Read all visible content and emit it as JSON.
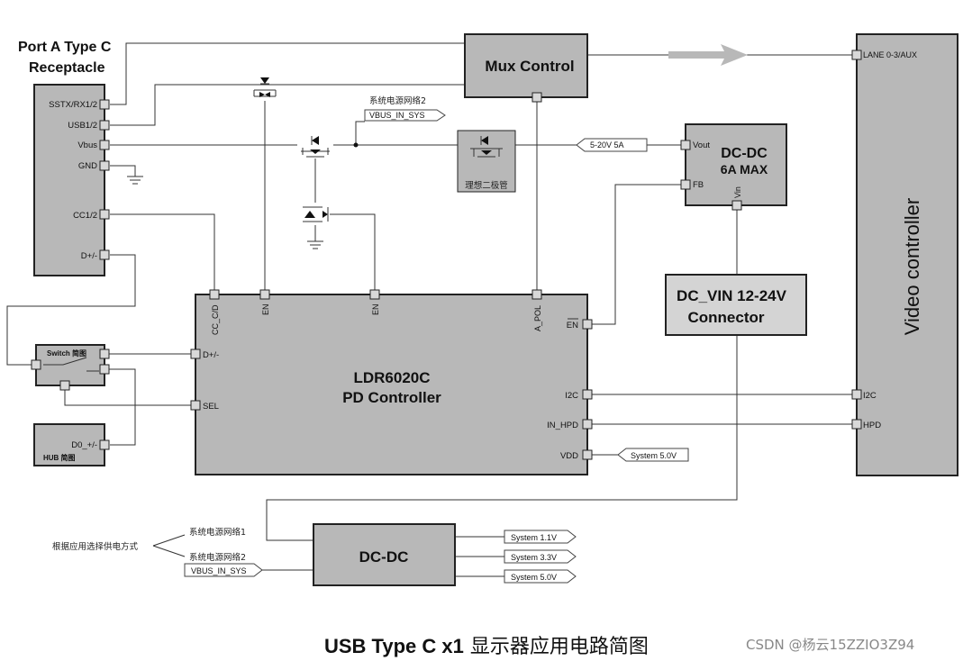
{
  "port_a": {
    "title_line1": "Port A Type C",
    "title_line2": "Receptacle",
    "pins": {
      "sstx": "SSTX/RX1/2",
      "usb": "USB1/2",
      "vbus": "Vbus",
      "gnd": "GND",
      "cc": "CC1/2",
      "dpm": "D+/-"
    }
  },
  "mux": {
    "title": "Mux Control"
  },
  "video": {
    "title": "Video controller",
    "pin_lane": "LANE 0-3/AUX",
    "pin_i2c": "I2C",
    "pin_hpd": "HPD"
  },
  "dcdc_top": {
    "line1": "DC-DC",
    "line2": "6A MAX",
    "pin_vout": "Vout",
    "pin_fb": "FB",
    "pin_vin": "Vin"
  },
  "dc_vin": {
    "line1": "DC_VIN 12-24V",
    "line2": "Connector"
  },
  "ldr": {
    "line1": "LDR6020C",
    "line2": "PD Controller",
    "pins": {
      "cc_cd": "CC_C/D",
      "en1": "EN",
      "en2": "EN",
      "a_pol": "A_POL",
      "en_right": "EN",
      "i2c": "I2C",
      "in_hpd": "IN_HPD",
      "vdd": "VDD",
      "dpm": "D+/-",
      "sel": "SEL"
    }
  },
  "switch_box": {
    "label": "Switch 简图"
  },
  "hub_box": {
    "pin": "D0_+/-",
    "label": "HUB 简图"
  },
  "ideal_diode": {
    "label": "理想二极管"
  },
  "net": {
    "sys_net2_top": "系统电源网络2",
    "vbus_in_sys_top": "VBUS_IN_SYS",
    "vout_label": "5-20V  5A",
    "system_5v_vdd": "System 5.0V"
  },
  "dcdc_bottom": {
    "title": "DC-DC",
    "in_net1": "系统电源网络1",
    "in_net2": "系统电源网络2",
    "in_vbus": "VBUS_IN_SYS",
    "select_note": "根据应用选择供电方式",
    "outputs": [
      "System 1.1V",
      "System 3.3V",
      "System 5.0V"
    ]
  },
  "caption": {
    "bold": "USB Type C x1",
    "rest": " 显示器应用电路简图"
  },
  "watermark": "CSDN @杨云15ZZIO3Z94"
}
